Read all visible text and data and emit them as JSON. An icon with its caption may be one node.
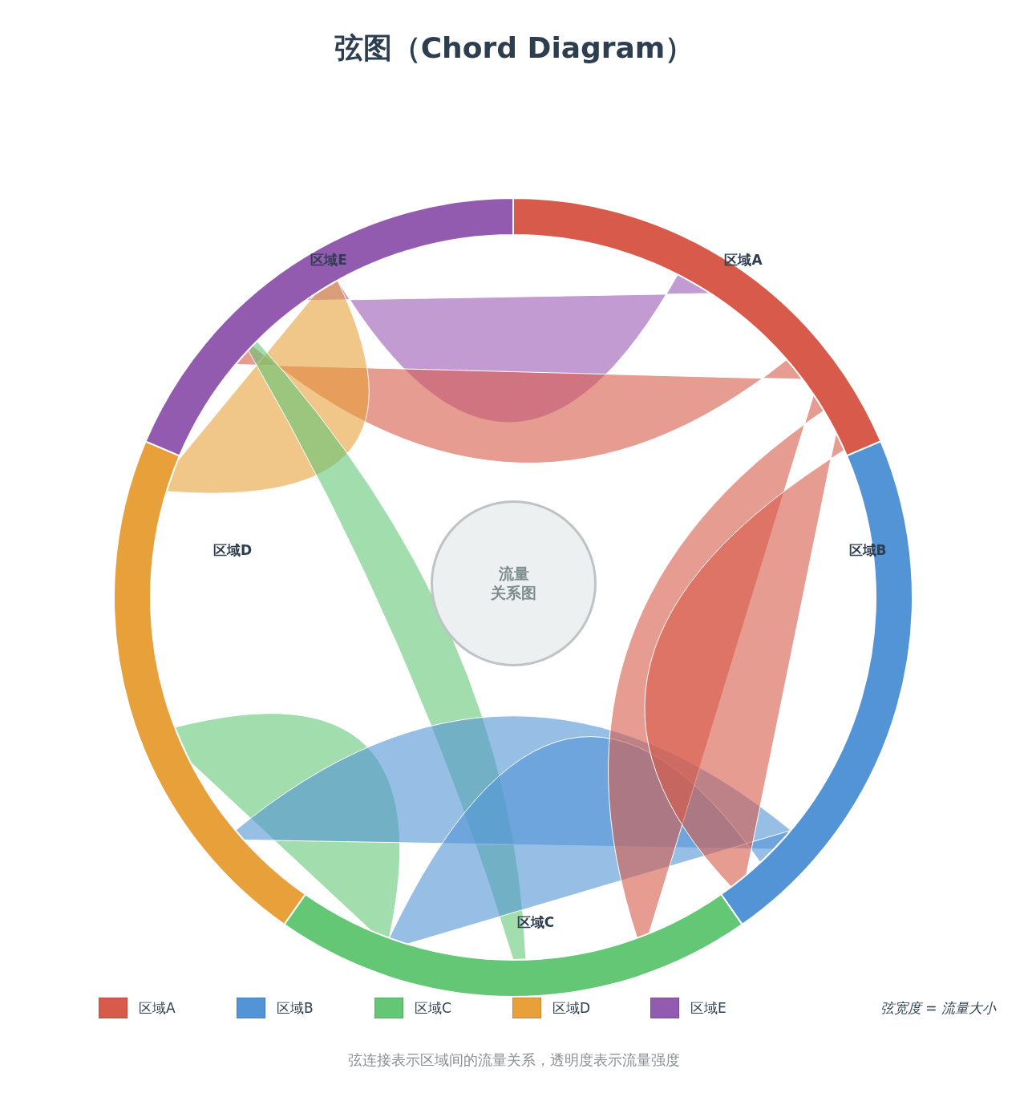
{
  "diagram": {
    "title": "弦图（Chord Diagram）",
    "caption": "弦连接表示区域间的流量关系，透明度表示流量强度",
    "nodes": [
      {
        "text": [
          "区域A"
        ]
      },
      {
        "text": [
          "区域B"
        ]
      },
      {
        "text": [
          "区域C"
        ]
      },
      {
        "text": [
          "区域D"
        ]
      },
      {
        "text": [
          "区域E"
        ]
      },
      {
        "text": [
          "流量",
          "关系图"
        ]
      }
    ],
    "edges": [
      {
        "from": 4,
        "to": 0,
        "arrow": "none",
        "color": "#9b59b6"
      },
      {
        "from": 0,
        "to": 4,
        "arrow": "none",
        "color": "#d75a4a"
      },
      {
        "from": 3,
        "to": 4,
        "arrow": "none",
        "color": "#e8a03b"
      },
      {
        "from": 2,
        "to": 4,
        "arrow": "none",
        "color": "#64c776"
      },
      {
        "from": 2,
        "to": 3,
        "arrow": "none",
        "color": "#64c776"
      },
      {
        "from": 1,
        "to": 3,
        "arrow": "none",
        "color": "#5294d6"
      },
      {
        "from": 1,
        "to": 2,
        "arrow": "none",
        "color": "#5294d6"
      },
      {
        "from": 0,
        "to": 2,
        "arrow": "none",
        "color": "#d75a4a"
      },
      {
        "from": 0,
        "to": 1,
        "arrow": "none",
        "color": "#d75a4a"
      }
    ],
    "labels": [
      "弦宽度 = 流量大小"
    ],
    "legend": [
      {
        "text": "区域A",
        "color": "#d75a4a"
      },
      {
        "text": "区域B",
        "color": "#5294d6"
      },
      {
        "text": "区域C",
        "color": "#64c776"
      },
      {
        "text": "区域D",
        "color": "#e8a03b"
      },
      {
        "text": "区域E",
        "color": "#925bb0"
      }
    ]
  }
}
